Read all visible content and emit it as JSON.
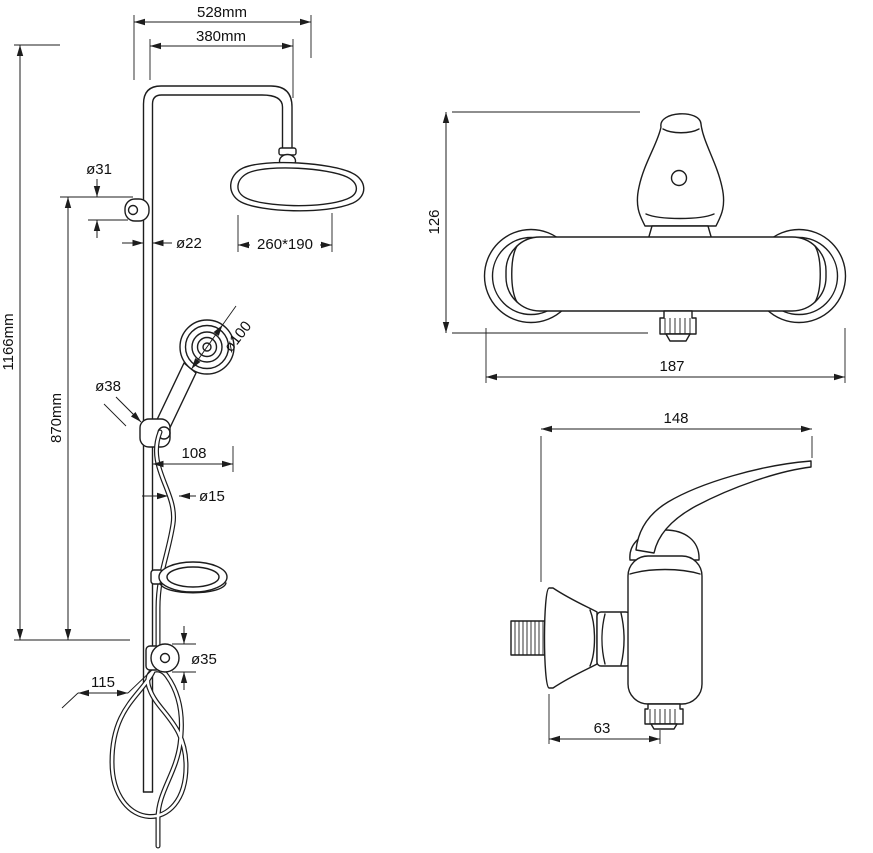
{
  "colors": {
    "line": "#1d1d1d",
    "background": "#ffffff"
  },
  "views": {
    "column": {
      "dims": {
        "total_width": "528mm",
        "arm_length": "380mm",
        "total_height": "1166mm",
        "rail_height": "870mm",
        "top_bracket_dia": "ø31",
        "pipe_dia": "ø22",
        "head_size": "260*190",
        "hand_shower_dia": "ø100",
        "slider_dia": "ø38",
        "holder_offset": "108",
        "hose_dia": "ø15",
        "bottom_bracket_dia": "ø35",
        "bracket_offset": "115"
      }
    },
    "mixer_front": {
      "dims": {
        "height": "126",
        "width": "187"
      }
    },
    "mixer_side": {
      "dims": {
        "depth": "148",
        "outlet_offset": "63"
      }
    }
  }
}
